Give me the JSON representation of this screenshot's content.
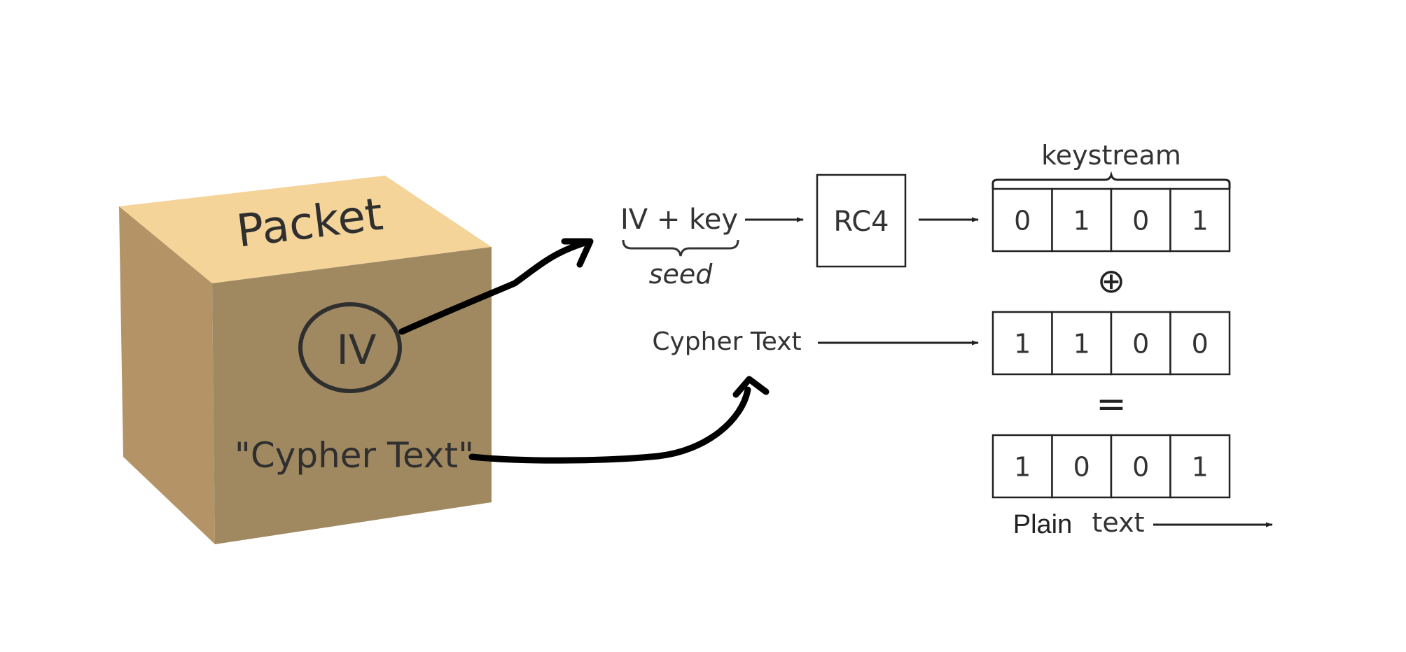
{
  "packet": {
    "label": "Packet",
    "iv_label": "IV",
    "payload_label": "\"Cypher Text\"",
    "colors": {
      "top": "#f5d49a",
      "left": "#b49467",
      "front": "#a08960",
      "ink": "#333333"
    }
  },
  "seed": {
    "label": "IV + key",
    "brace_caption": "seed"
  },
  "cipher": {
    "label": "RC4"
  },
  "keystream": {
    "label": "keystream",
    "bits": [
      "0",
      "1",
      "0",
      "1"
    ]
  },
  "xor_symbol": "⊕",
  "ciphertext": {
    "label": "Cypher Text",
    "bits": [
      "1",
      "1",
      "0",
      "0"
    ]
  },
  "equals_symbol": "=",
  "plaintext": {
    "bits": [
      "1",
      "0",
      "0",
      "1"
    ],
    "word1": "Plain",
    "word2": "text"
  }
}
